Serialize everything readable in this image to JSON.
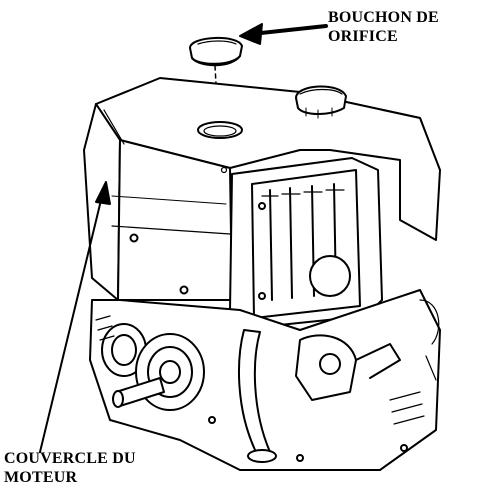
{
  "labels": {
    "orifice_cap": {
      "line1": "BOUCHON DE",
      "line2": "ORIFICE"
    },
    "engine_cover": {
      "line1": "COUVERCLE DU",
      "line2": "MOTEUR"
    }
  },
  "colors": {
    "ink": "#000000",
    "paper": "#ffffff"
  }
}
